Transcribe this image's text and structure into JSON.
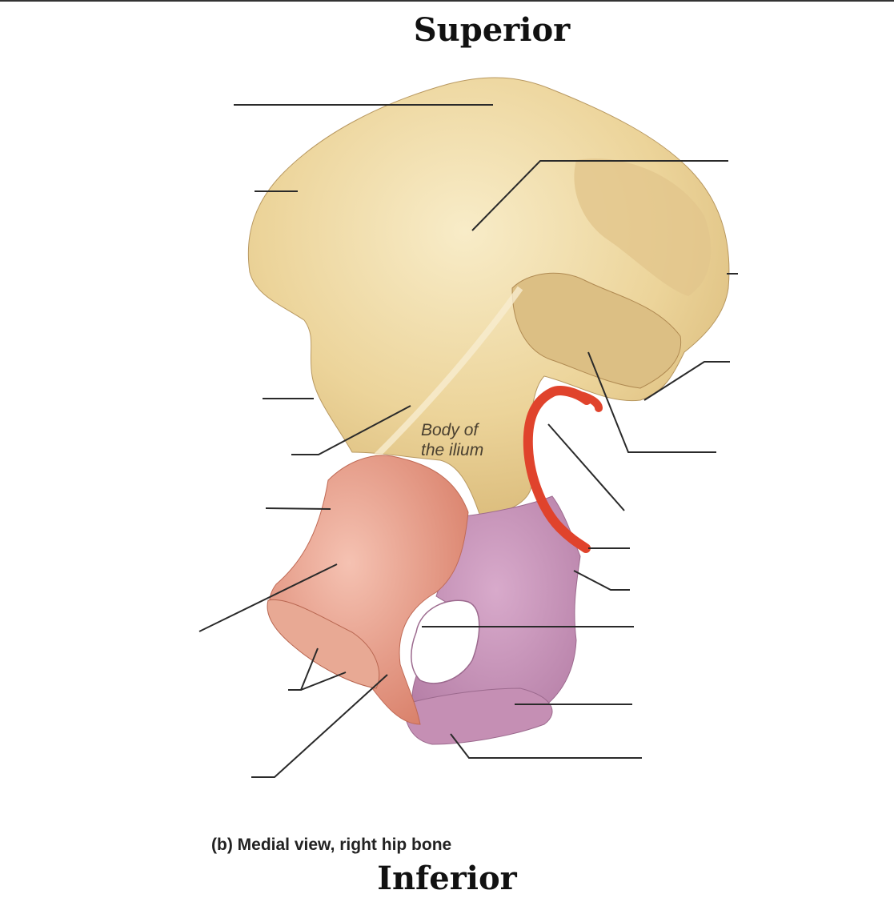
{
  "labels": {
    "superior": "Superior",
    "inferior": "Inferior",
    "caption": "(b) Medial view, right hip bone",
    "body_line1": "Body of",
    "body_line2": "the ilium"
  },
  "colors": {
    "ilium": "#ecd49a",
    "ischium": "#c793b8",
    "pubis": "#e79a85",
    "highlight": "#e0432c",
    "leader_line": "#2a2a2a"
  }
}
